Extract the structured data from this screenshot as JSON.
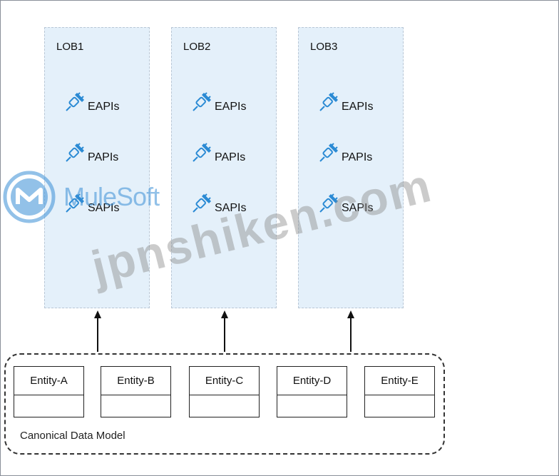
{
  "lobs": [
    {
      "title": "LOB1",
      "apis": [
        "EAPIs",
        "PAPIs",
        "SAPIs"
      ]
    },
    {
      "title": "LOB2",
      "apis": [
        "EAPIs",
        "PAPIs",
        "SAPIs"
      ]
    },
    {
      "title": "LOB3",
      "apis": [
        "EAPIs",
        "PAPIs",
        "SAPIs"
      ]
    }
  ],
  "entities": [
    "Entity-A",
    "Entity-B",
    "Entity-C",
    "Entity-D",
    "Entity-E"
  ],
  "canonical_label": "Canonical Data Model",
  "watermark": {
    "brand": "MuleSoft",
    "site": "jpnshiken.com"
  },
  "icons": {
    "api": "connector-plug-icon",
    "brand": "mulesoft-logo-icon"
  },
  "colors": {
    "lob_fill": "#e4f0fa",
    "icon_blue": "#2a8ad4"
  }
}
